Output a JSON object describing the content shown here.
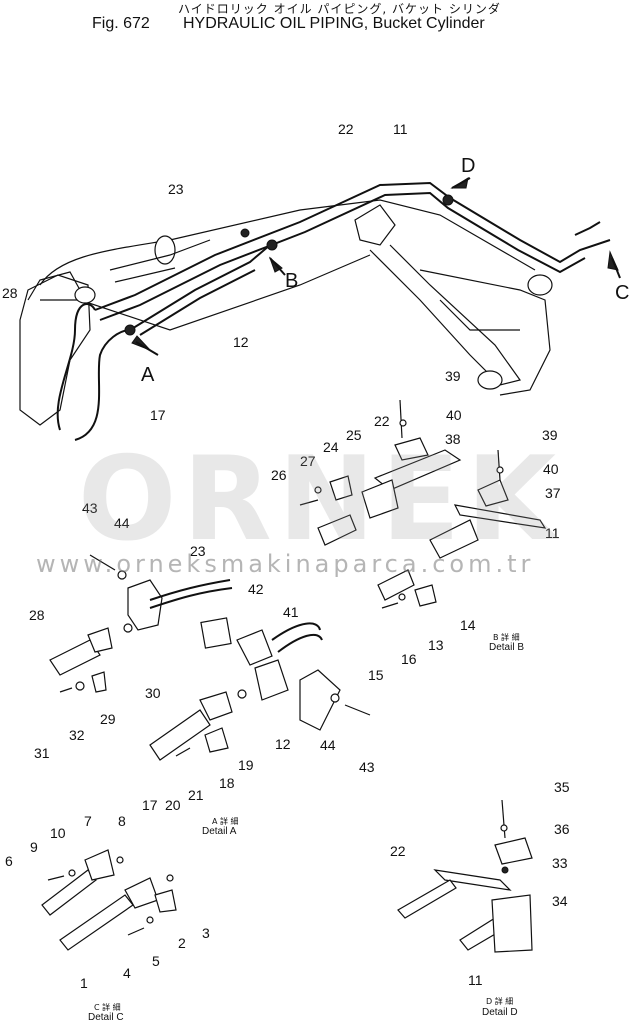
{
  "header": {
    "title_jp": "ハイドロリック オイル パイピング, バケット シリンダ",
    "fig": "Fig. 672",
    "title": "HYDRAULIC OIL PIPING, Bucket Cylinder"
  },
  "watermark": {
    "brand": "ORNEK",
    "url": "www.orneksmakinaparca.com.tr"
  },
  "arrows": {
    "A": "A",
    "B": "B",
    "C": "C",
    "D": "D"
  },
  "parts": [
    "1",
    "2",
    "3",
    "4",
    "5",
    "6",
    "7",
    "8",
    "9",
    "10",
    "11",
    "12",
    "13",
    "14",
    "15",
    "16",
    "17",
    "18",
    "19",
    "20",
    "21",
    "22",
    "23",
    "24",
    "25",
    "26",
    "27",
    "28",
    "29",
    "30",
    "31",
    "32",
    "33",
    "34",
    "35",
    "36",
    "37",
    "38",
    "39",
    "40",
    "41",
    "42",
    "43",
    "44"
  ],
  "details": {
    "a": {
      "jp": "A 詳 細",
      "en": "Detail A"
    },
    "b": {
      "jp": "B 詳 細",
      "en": "Detail B"
    },
    "c": {
      "jp": "C 詳 細",
      "en": "Detail C"
    },
    "d": {
      "jp": "D 詳 細",
      "en": "Detail D"
    }
  }
}
